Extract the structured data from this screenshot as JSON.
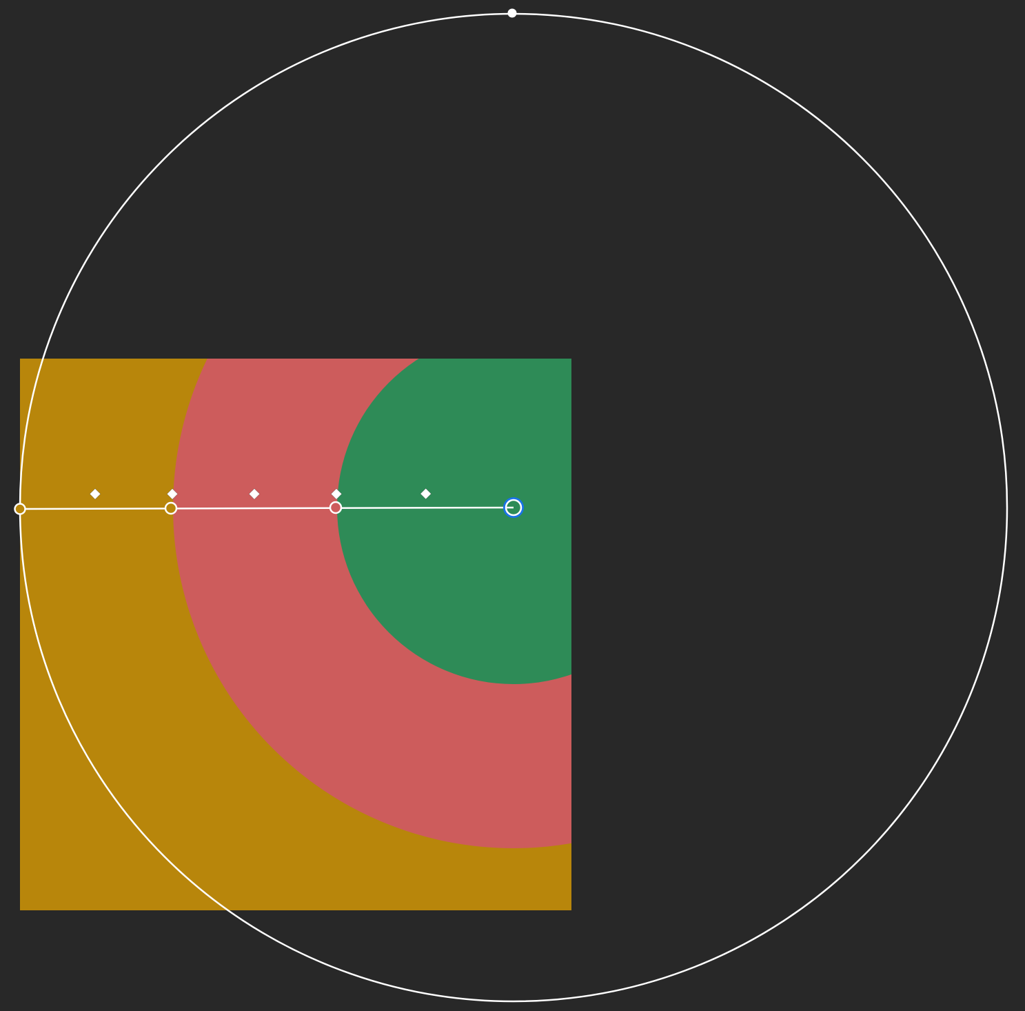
{
  "editor": {
    "background_color": "#282828",
    "overlay_color": "#ffffff",
    "selection_color": "#1a73e8"
  },
  "gradient": {
    "type": "radial",
    "shape": "circle",
    "stops": [
      {
        "name": "green",
        "color": "#2e8b57"
      },
      {
        "name": "red",
        "color": "#cd5c5c"
      },
      {
        "name": "gold",
        "color": "#b8860b"
      }
    ]
  },
  "handles": {
    "center": {
      "name": "center-handle",
      "selected": true
    },
    "stops": [
      {
        "name": "stop-handle-red",
        "color": "#cd5c5c"
      },
      {
        "name": "stop-handle-gold",
        "color": "#b8860b"
      },
      {
        "name": "stop-handle-end",
        "color": "#b8860b"
      }
    ],
    "midpoints": 5,
    "radius_handle": {
      "name": "radius-handle"
    }
  }
}
